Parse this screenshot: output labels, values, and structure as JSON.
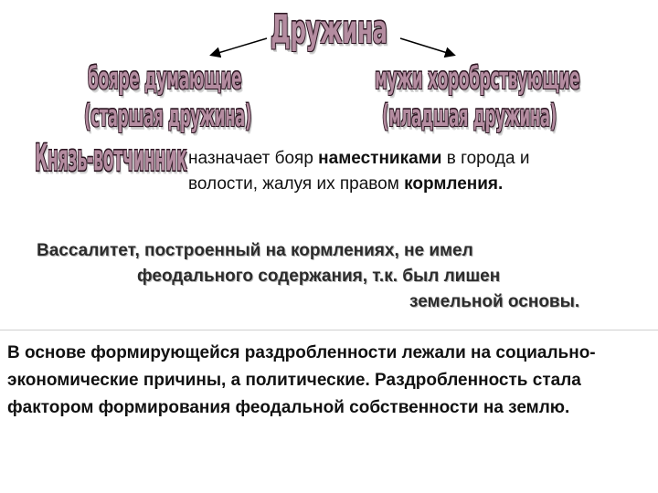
{
  "diagram": {
    "title": "Дружина",
    "left_branch": {
      "label": "бояре думающие",
      "sublabel": "(старшая дружина)"
    },
    "right_branch": {
      "label": "мужи хоробрствующие",
      "sublabel": "(младшая дружина)"
    }
  },
  "knyaz": {
    "label": "Князь-вотчинник",
    "text_before": "назначает бояр ",
    "text_bold": "наместниками",
    "text_middle": " в города и волости, жалуя их правом ",
    "text_bold2": "кормления."
  },
  "vassal": {
    "line1": "Вассалитет, построенный на кормлениях, не имел",
    "line2": "феодального содержания, т.к. был лишен",
    "line3": "земельной основы."
  },
  "basis": {
    "text": "В основе формирующейся раздробленности лежали на социально-экономические причины, а политические. Раздробленность стала фактором формирования феодальной собственности на землю."
  }
}
